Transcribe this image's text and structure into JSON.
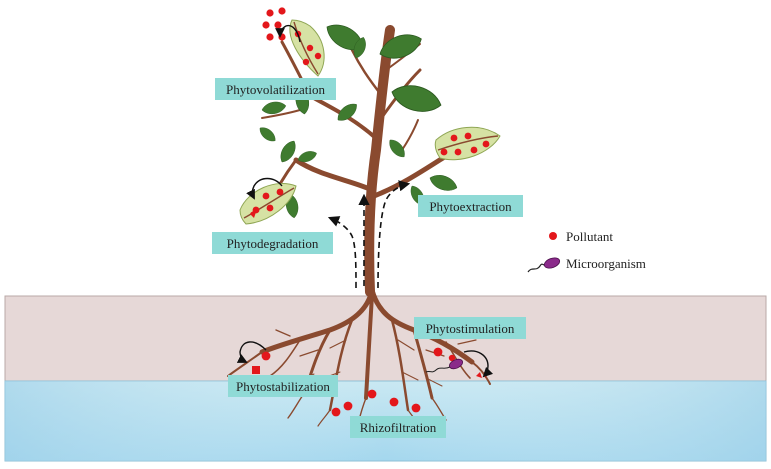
{
  "labels": {
    "phytovolatilization": "Phytovolatilization",
    "phytodegradation": "Phytodegradation",
    "phytoextraction": "Phytoextraction",
    "phytostimulation": "Phytostimulation",
    "phytostabilization": "Phytostabilization",
    "rhizofiltration": "Rhizofiltration"
  },
  "legend": {
    "pollutant": "Pollutant",
    "microorganism": "Microorganism"
  },
  "colors": {
    "label_bg": "#8fdad6",
    "soil": "#e5d8d6",
    "water_top": "#bfe3f0",
    "water_bottom": "#9dd4ec",
    "stem": "#8a4a2f",
    "leaf": "#3f7b2f",
    "leaf_light": "#d8e3a6",
    "pollutant": "#e3171b",
    "microorganism": "#8a2a8a"
  }
}
